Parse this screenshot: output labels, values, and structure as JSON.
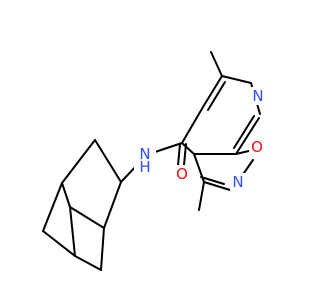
{
  "molecule": {
    "atoms": {
      "amide_N": {
        "symbol": "N",
        "hydrogen": "H",
        "color": "#3050F8"
      },
      "carbonyl_O": {
        "symbol": "O",
        "color": "#FF0D0D"
      },
      "pyridine_N": {
        "symbol": "N",
        "color": "#3050F8"
      },
      "isoxazole_O": {
        "symbol": "O",
        "color": "#FF0D0D"
      },
      "isoxazole_N": {
        "symbol": "N",
        "color": "#3050F8"
      }
    },
    "bond_color": "#000000",
    "background": "#ffffff"
  }
}
